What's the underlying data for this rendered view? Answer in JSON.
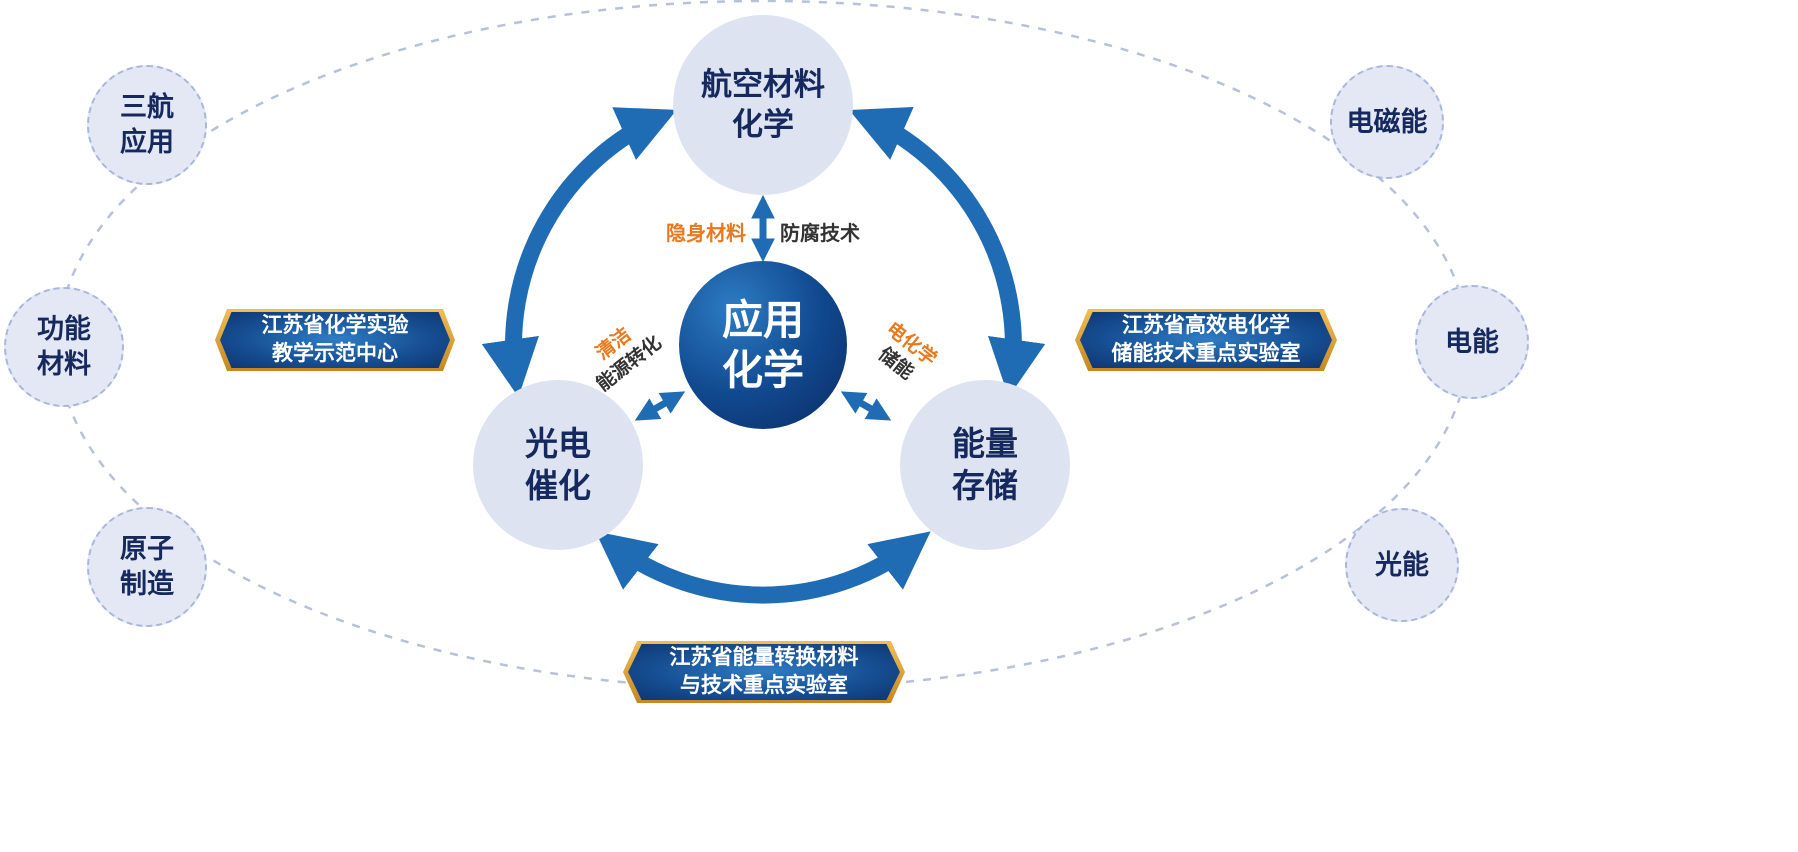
{
  "colors": {
    "orange": "#e8791e",
    "navy": "#16295e",
    "arrow_blue": "#1f6cb4",
    "node_fill": "#dde3f0",
    "satellite_fill": "#e4e8f5",
    "satellite_border": "#a9b7db",
    "center_blue_light": "#2d7cc4",
    "center_blue_dark": "#0a2b63",
    "dash_gray": "#b7c2d8",
    "text_dark": "#333333"
  },
  "center_node": {
    "line1": "应用",
    "line2": "化学"
  },
  "nodes": {
    "top": {
      "line1": "航空材料",
      "line2": "化学"
    },
    "left": {
      "line1": "光电",
      "line2": "催化"
    },
    "right": {
      "line1": "能量",
      "line2": "存储"
    }
  },
  "connectors": {
    "top_left_label": "隐身材料",
    "top_right_label": "防腐技术",
    "left_accent": "清洁",
    "left_label": "能源转化",
    "right_accent": "电化学",
    "right_label": "储能"
  },
  "ribbons": {
    "left": {
      "line1": "江苏省化学实验",
      "line2": "教学示范中心"
    },
    "right": {
      "line1": "江苏省高效电化学",
      "line2": "储能技术重点实验室"
    },
    "bottom": {
      "line1": "江苏省能量转换材料",
      "line2": "与技术重点实验室"
    }
  },
  "satellites": {
    "left_top": {
      "line1": "三航",
      "line2": "应用"
    },
    "left_middle": {
      "line1": "功能",
      "line2": "材料"
    },
    "left_bottom": {
      "line1": "原子",
      "line2": "制造"
    },
    "right_top": {
      "label": "电磁能"
    },
    "right_middle": {
      "label": "电能"
    },
    "right_bottom": {
      "label": "光能"
    }
  }
}
